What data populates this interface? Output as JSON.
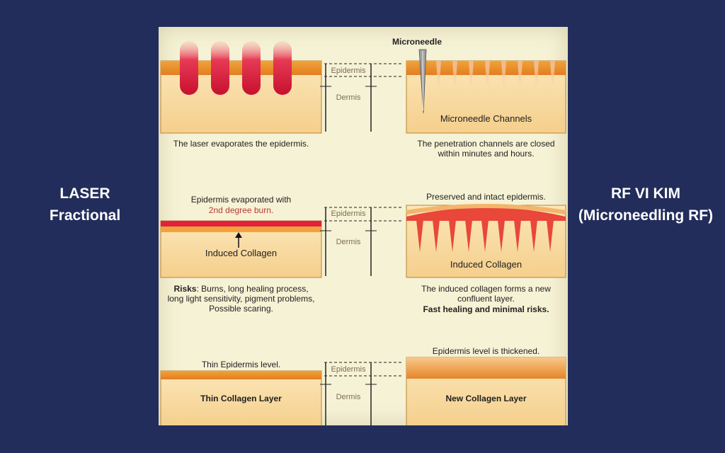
{
  "side_labels": {
    "left": [
      "LASER",
      "Fractional"
    ],
    "right": [
      "RF VI KIM",
      "(Microneedling RF)"
    ]
  },
  "diagram": {
    "middle_labels": {
      "epidermis": "Epidermis",
      "dermis": "Dermis"
    },
    "row1": {
      "microneedle_label": "Microneedle",
      "right_block_text": "Microneedle Channels",
      "left_caption": "The laser evaporates the epidermis.",
      "right_caption": [
        "The penetration channels are closed",
        "within minutes and hours."
      ]
    },
    "row2": {
      "left_top": [
        "Epidermis evaporated with",
        "2nd degree burn."
      ],
      "right_top": "Preserved and intact epidermis.",
      "left_block_text": "Induced Collagen",
      "right_block_text": "Induced Collagen",
      "risks_label": "Risks",
      "left_caption": [
        ": Burns, long healing process,",
        "long light sensitivity, pigment problems,",
        "Possible scaring."
      ],
      "right_caption": [
        "The induced collagen forms a new",
        "confluent layer."
      ],
      "right_caption_bold": "Fast healing and minimal risks."
    },
    "row3": {
      "left_top": "Thin Epidermis level.",
      "right_top": "Epidermis level is thickened.",
      "left_block_text": "Thin Collagen Layer",
      "right_block_text": "New Collagen Layer"
    },
    "colors": {
      "background": "#222d5b",
      "diagram_bg": "#f6f2d5",
      "epidermis": "#e8902a",
      "dermis": "#f9dfa8",
      "laser_red": "#d4223c",
      "collagen_red": "#e8473a"
    }
  }
}
